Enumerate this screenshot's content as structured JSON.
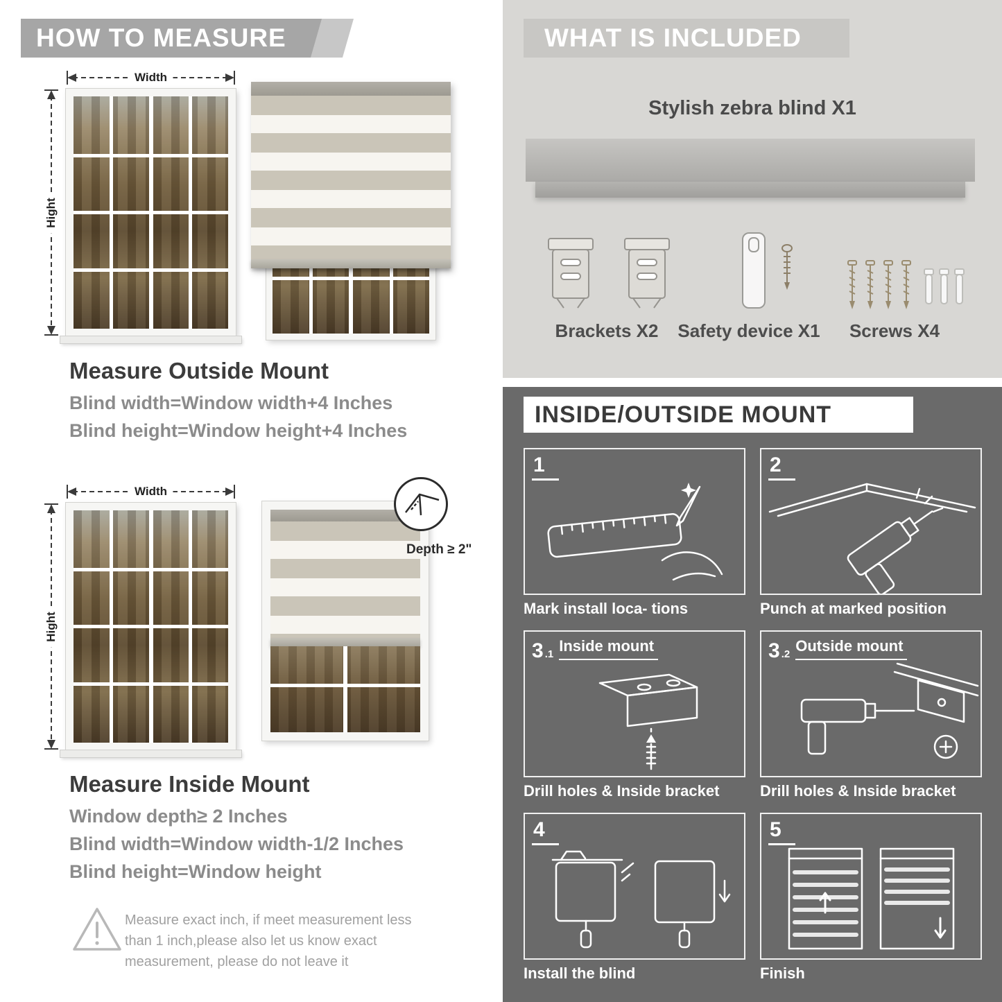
{
  "left": {
    "banner": "HOW TO MEASURE",
    "outside": {
      "width_label": "Width",
      "height_label": "Hight",
      "title": "Measure Outside Mount",
      "lines": [
        "Blind width=Window width+4 Inches",
        "Blind height=Window height+4 Inches"
      ]
    },
    "inside": {
      "width_label": "Width",
      "height_label": "Hight",
      "depth_label": "Depth ≥ 2\"",
      "title": "Measure Inside Mount",
      "lines": [
        "Window depth≥ 2 Inches",
        "Blind width=Window width-1/2 Inches",
        "Blind height=Window height"
      ]
    },
    "warning_text": "Measure exact inch, if meet measurement less than 1 inch,please also let us know exact measurement, please do not leave it"
  },
  "included": {
    "banner": "WHAT IS INCLUDED",
    "product_label": "Stylish zebra blind X1",
    "items": [
      {
        "icon": "brackets-icon",
        "label": "Brackets X2"
      },
      {
        "icon": "safety-device-icon",
        "label": "Safety device X1"
      },
      {
        "icon": "screws-icon",
        "label": "Screws X4"
      }
    ]
  },
  "mount": {
    "banner": "INSIDE/OUTSIDE MOUNT",
    "steps": [
      {
        "num": "1",
        "caption": "Mark install loca- tions"
      },
      {
        "num": "2",
        "caption": "Punch at  marked position"
      },
      {
        "num": "3",
        "sub": ".1",
        "title": "Inside mount",
        "caption": "Drill holes &  Inside bracket"
      },
      {
        "num": "3",
        "sub": ".2",
        "title": "Outside mount",
        "caption": "Drill holes &  Inside bracket"
      },
      {
        "num": "4",
        "caption": "Install the blind"
      },
      {
        "num": "5",
        "caption": "Finish"
      }
    ]
  },
  "palette": {
    "banner_gray": "#a6a6a6",
    "included_bg": "#d8d7d4",
    "included_banner": "#c8c7c4",
    "dark_section": "#6a6a6a",
    "stripe_gray": "#cac5b8",
    "stripe_white": "#f7f5f0",
    "heading_text": "#3c3c3c",
    "formula_text": "#8b8b8b"
  }
}
